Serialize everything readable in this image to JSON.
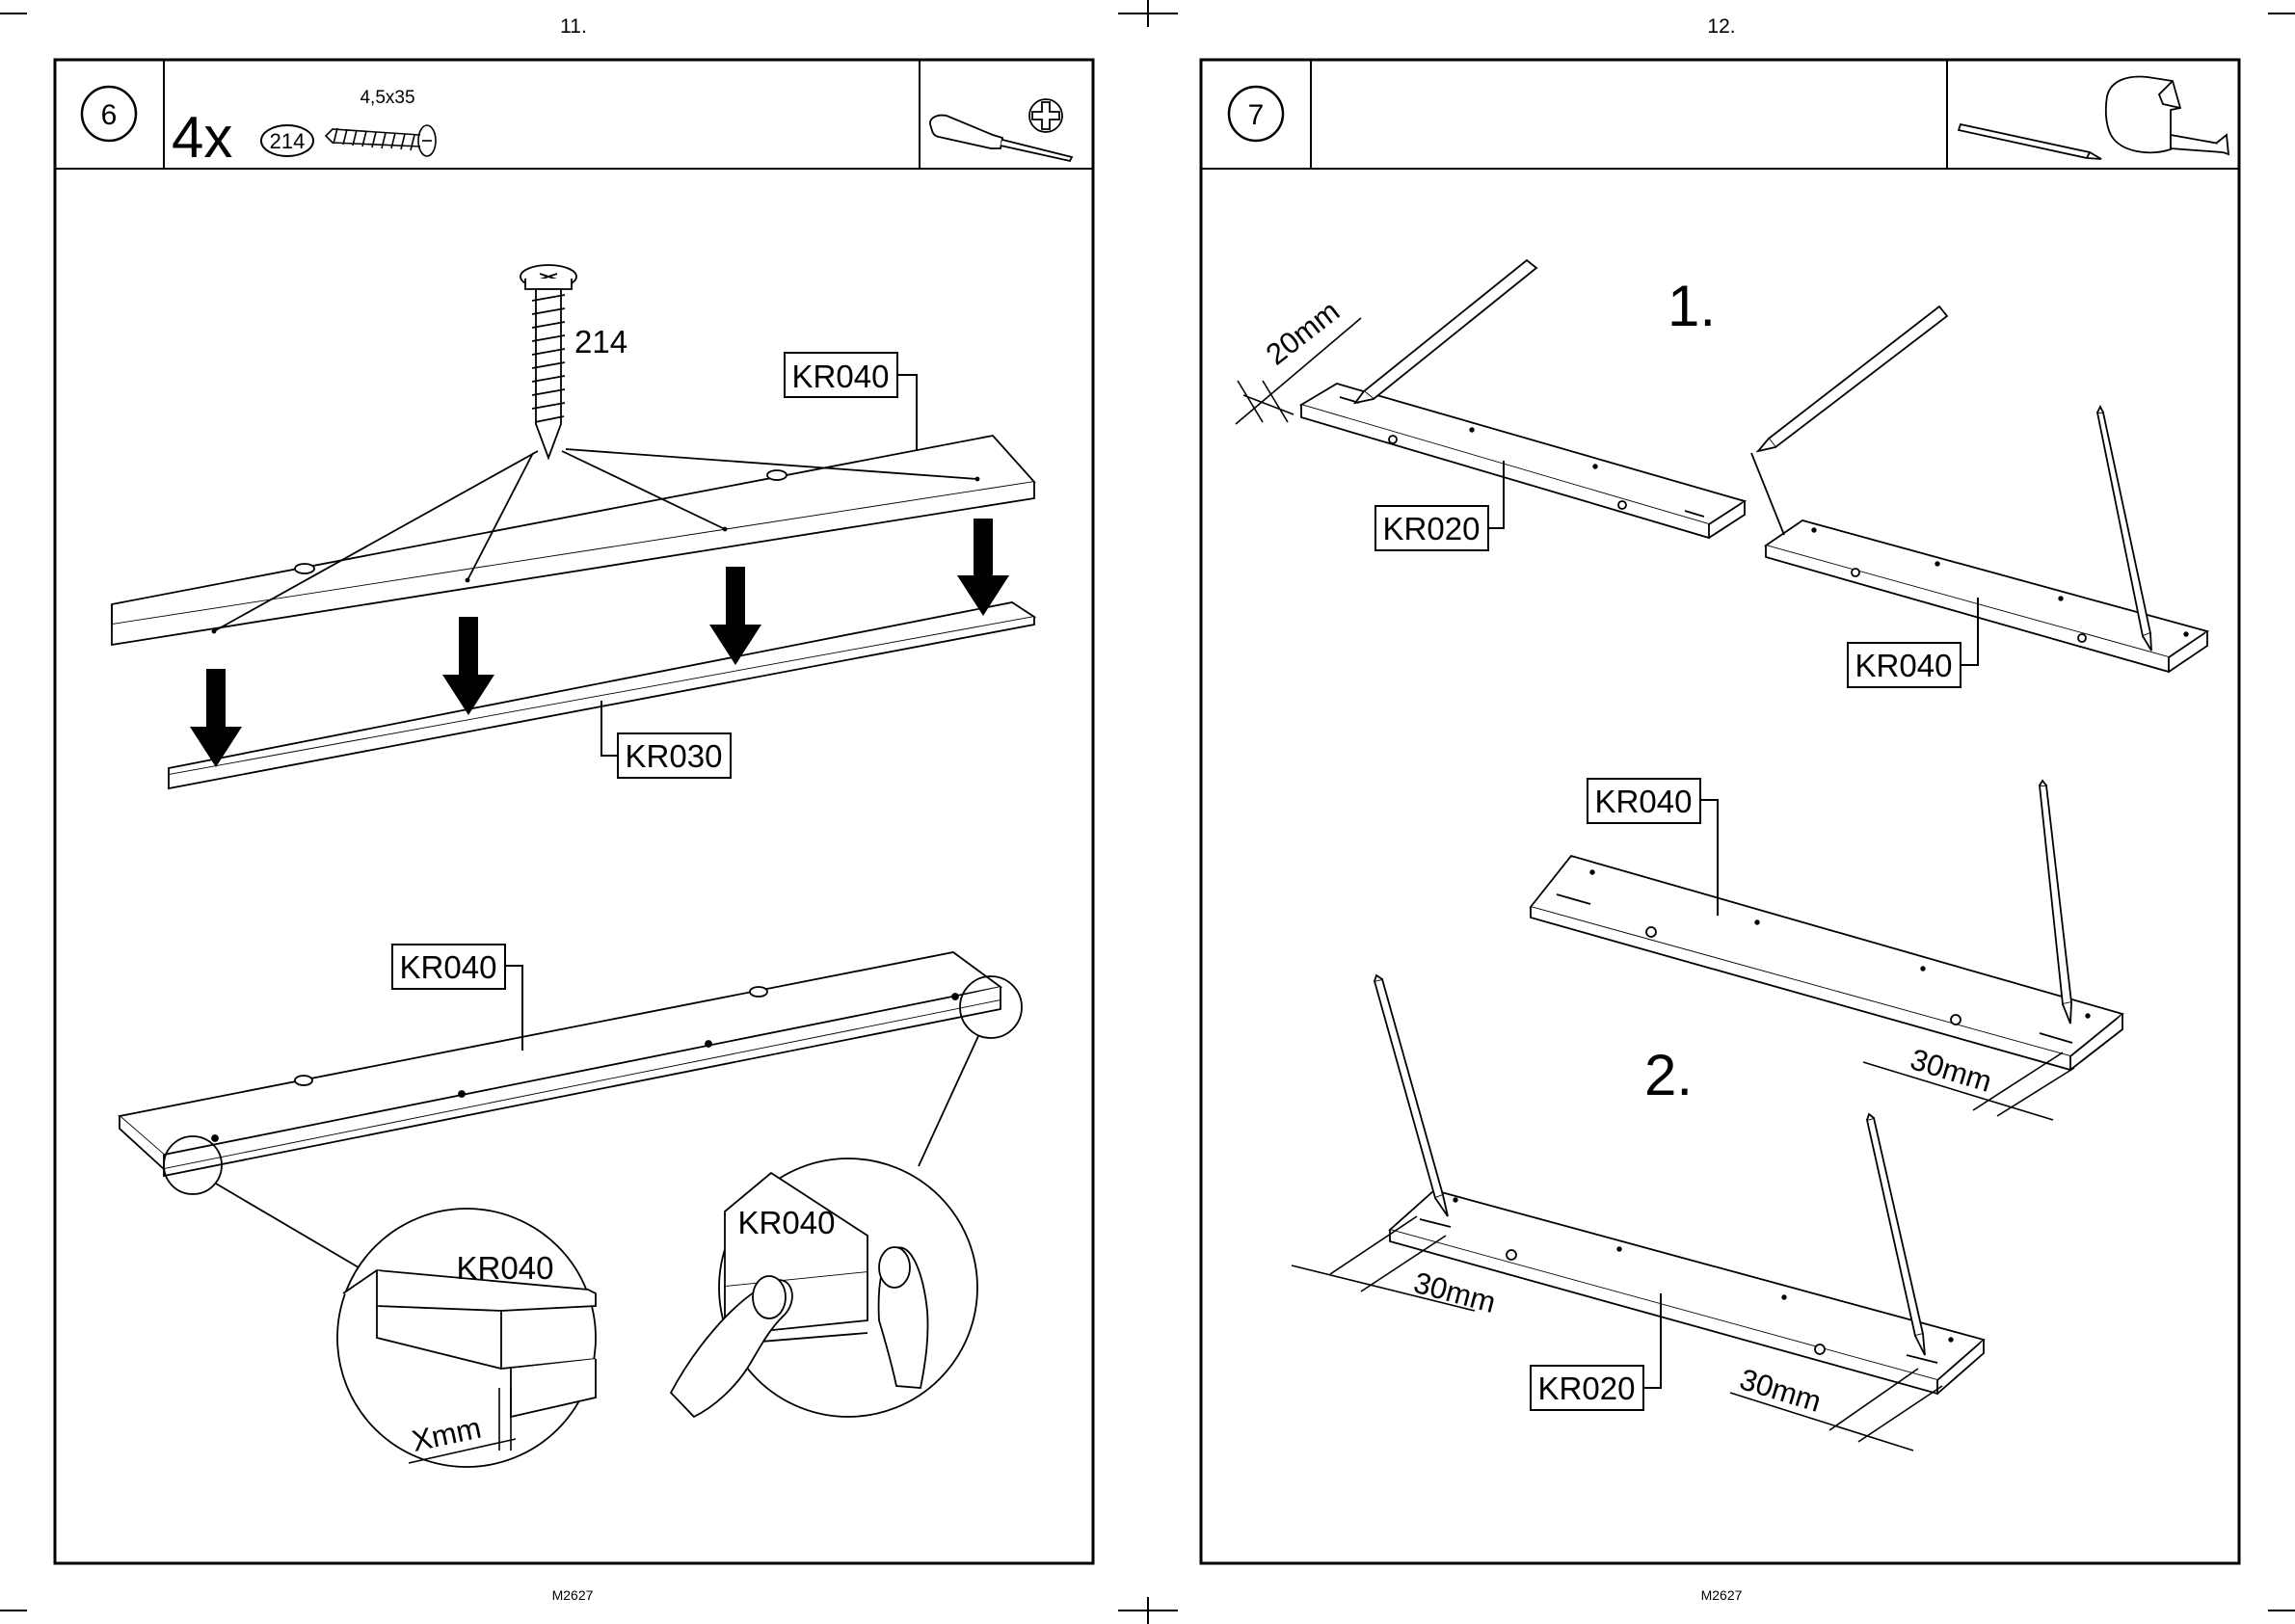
{
  "pages": [
    {
      "number": "11.",
      "footer": "M2627"
    },
    {
      "number": "12.",
      "footer": "M2627"
    }
  ],
  "step6": {
    "step": "6",
    "quantity": "4x",
    "part_ref": "214",
    "screw_size": "4,5x35",
    "screw_callout": "214",
    "tool_icons": [
      "screwdriver-icon",
      "phillips-head-icon"
    ],
    "labels": {
      "top_board": "KR040",
      "bottom_board": "KR030",
      "assembled_board": "KR040",
      "zoom_left": "KR040",
      "zoom_right": "KR040",
      "gap": "Xmm"
    }
  },
  "step7": {
    "step": "7",
    "tool_icons": [
      "pencil-icon",
      "tape-measure-icon"
    ],
    "sub_one": "1.",
    "sub_two": "2.",
    "labels": {
      "board_a": "KR020",
      "board_b": "KR040",
      "board_c": "KR040",
      "board_d": "KR020"
    },
    "dims": {
      "d1": "20mm",
      "d2": "30mm",
      "d3": "30mm",
      "d4": "30mm"
    }
  }
}
